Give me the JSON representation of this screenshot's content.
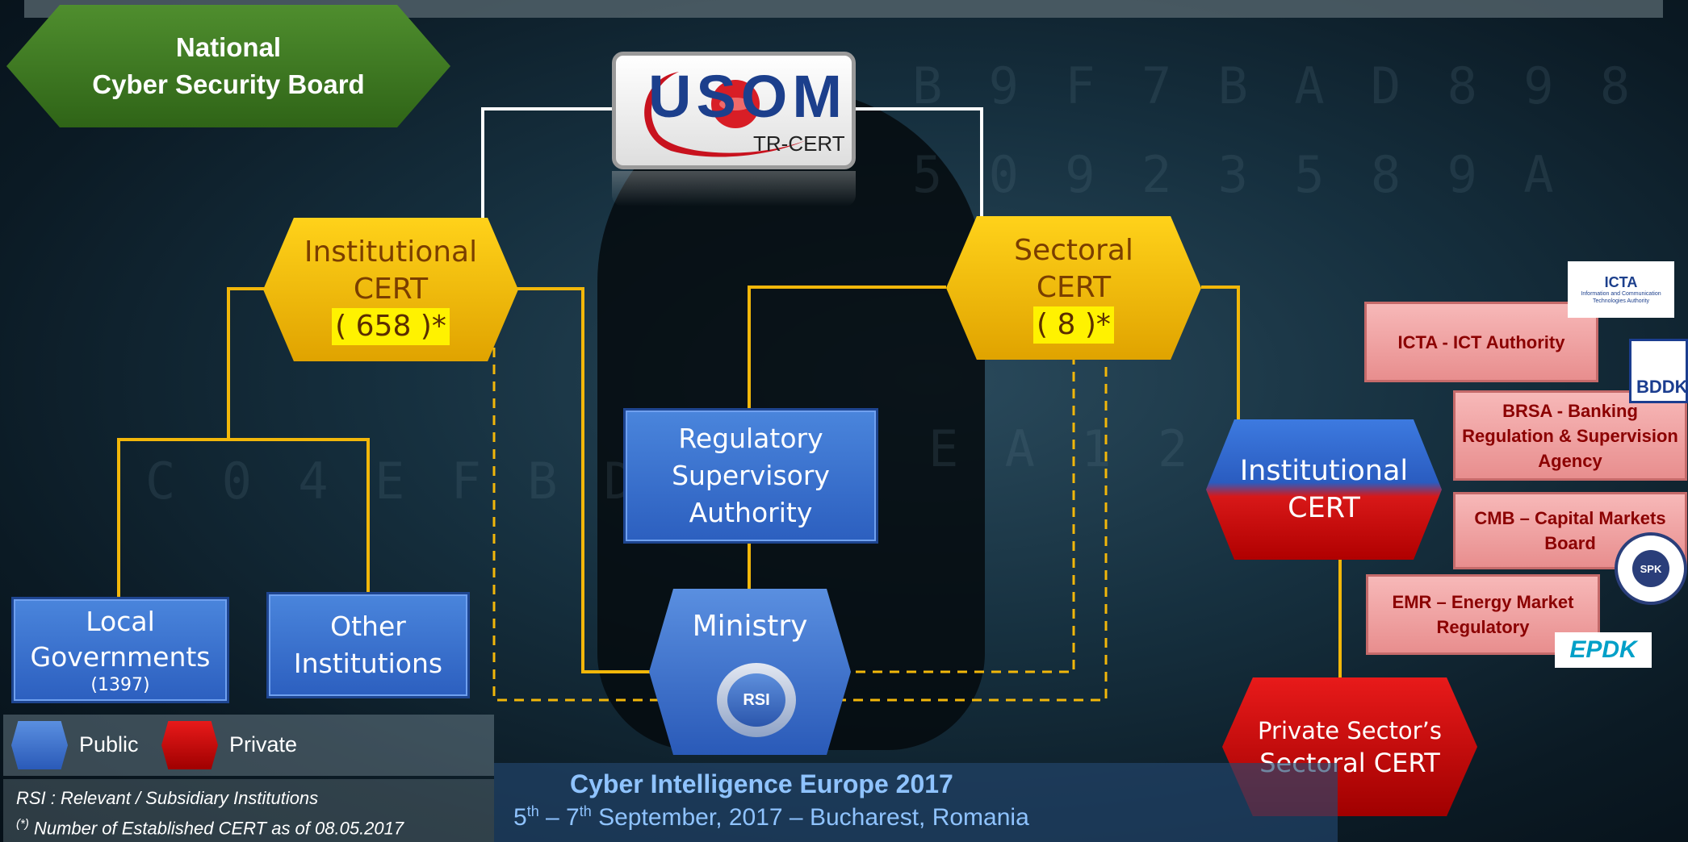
{
  "nodes": {
    "board": {
      "line1": "National",
      "line2": "Cyber Security Board"
    },
    "usom": {
      "logo_text": "USOM",
      "sub": "TR-CERT"
    },
    "institutional_cert": {
      "line1": "Institutional",
      "line2": "CERT",
      "count": "( 658 )*"
    },
    "sectoral_cert": {
      "line1": "Sectoral",
      "line2": "CERT",
      "count": "( 8 )*"
    },
    "regulatory": {
      "line1": "Regulatory",
      "line2": "Supervisory",
      "line3": "Authority"
    },
    "ministry": {
      "label": "Ministry",
      "badge": "RSI"
    },
    "local_gov": {
      "line1": "Local",
      "line2": "Governments",
      "count": "(1397)"
    },
    "other_inst": {
      "line1": "Other",
      "line2": "Institutions"
    },
    "inst_cert_right": {
      "line1": "Institutional",
      "line2": "CERT"
    },
    "private_sectoral": {
      "line1": "Private Sector’s",
      "line2": "Sectoral CERT"
    }
  },
  "authorities": [
    {
      "label": "ICTA - ICT Authority",
      "logo": "ICTA"
    },
    {
      "label": "BRSA - Banking Regulation & Supervision Agency",
      "logo": "BDDK"
    },
    {
      "label": "CMB – Capital Markets Board",
      "logo": "SPK"
    },
    {
      "label": "EMR – Energy Market Regulatory",
      "logo": "EPDK"
    }
  ],
  "icta_logo_text": "ICTA",
  "icta_logo_sub": "Information and Communication Technologies Authority",
  "legend": {
    "public": "Public",
    "private": "Private"
  },
  "notes": {
    "rsi": "RSI : Relevant / Subsidiary Institutions",
    "star_mark": "(*)",
    "star_text": " Number of Established CERT as of 08.05.2017"
  },
  "footer": {
    "title": "Cyber Intelligence Europe 2017",
    "d1": "5",
    "sup1": "th",
    "dash": " – 7",
    "sup2": "th",
    "rest": " September, 2017 – Bucharest, Romania"
  },
  "colors": {
    "accent_yellow": "#f5b800",
    "public_blue": "#3a6fd0",
    "private_red": "#d01010",
    "board_green": "#3f7a24"
  }
}
